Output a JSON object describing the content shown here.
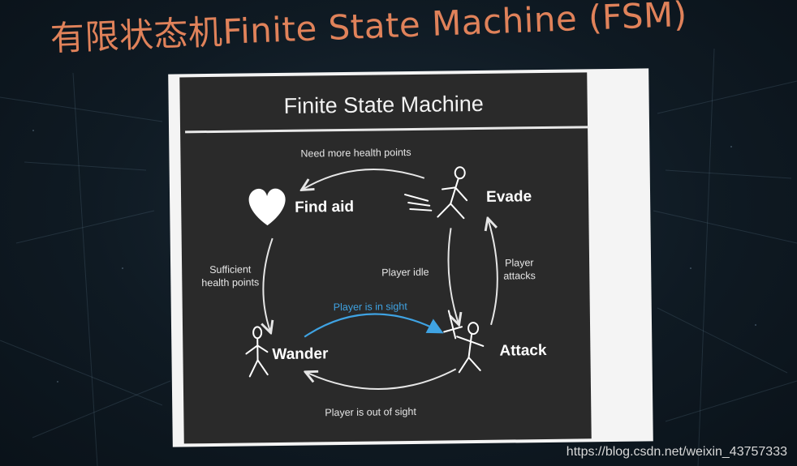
{
  "headline": "有限状态机Finite State Machine (FSM)",
  "slide": {
    "title": "Finite State Machine"
  },
  "states": {
    "find_aid": "Find aid",
    "evade": "Evade",
    "wander": "Wander",
    "attack": "Attack"
  },
  "transitions": {
    "evade_to_find_aid": "Need more health points",
    "find_aid_to_wander_line1": "Sufficient",
    "find_aid_to_wander_line2": "health points",
    "evade_to_attack": "Player idle",
    "attack_to_evade_line1": "Player",
    "attack_to_evade_line2": "attacks",
    "wander_to_attack": "Player is in sight",
    "attack_to_wander": "Player is out of sight"
  },
  "icons": {
    "find_aid": "heart-icon",
    "evade": "running-stick-figure-icon",
    "wander": "walking-stick-figure-icon",
    "attack": "sword-stick-figure-icon"
  },
  "colors": {
    "headline": "#e0825a",
    "highlight_arrow": "#3fa3e3",
    "slide_background": "#2a2a2a"
  },
  "watermark": "https://blog.csdn.net/weixin_43757333"
}
